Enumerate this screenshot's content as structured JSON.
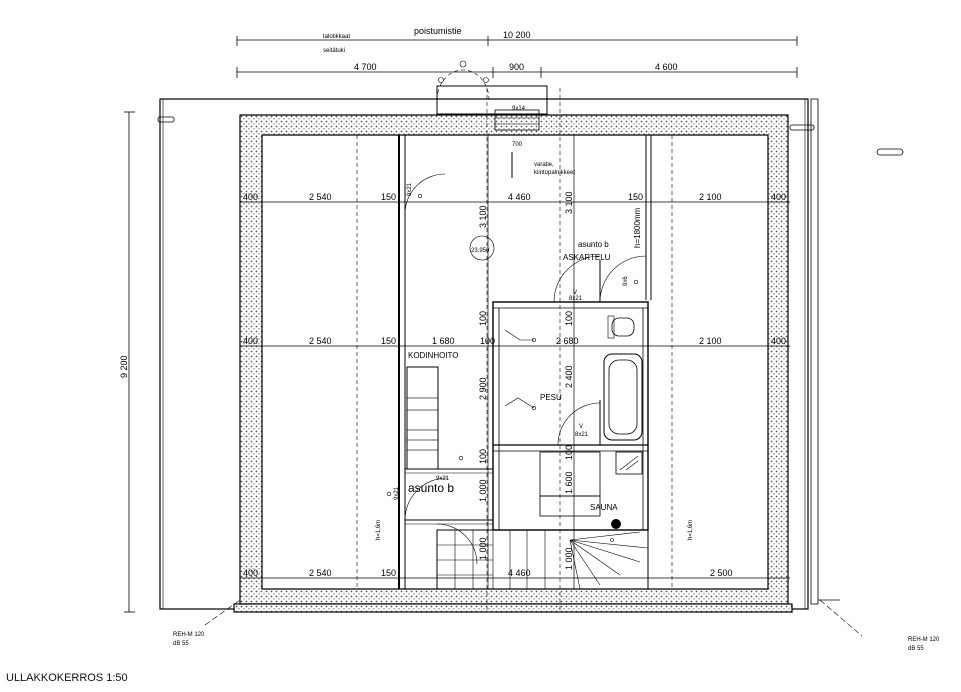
{
  "dims": {
    "top_total": "10 200",
    "top_label": "poistumistie",
    "top_note1": "talotikkaat",
    "top_note2": "seitätuki",
    "top_left": "4 700",
    "top_mid": "900",
    "top_right": "4 600",
    "left_total": "9 200",
    "row1": [
      "2 540",
      "150",
      "4 460",
      "150",
      "2 100"
    ],
    "row2": [
      "2 540",
      "150",
      "1 680",
      "100",
      "2 680",
      "2 100"
    ],
    "row3": [
      "2 540",
      "150",
      "4 460",
      "2 500"
    ],
    "end_l": "400",
    "end_r": "400",
    "v1": "3 100",
    "v2": "3 100",
    "v3": "100",
    "v4": "100",
    "v5": "2 900",
    "v6": "2 400",
    "v7": "100",
    "v8": "1 000",
    "v9": "1 600",
    "v10": "100",
    "v11": "1 000",
    "v12": "1 000"
  },
  "labels": {
    "skylight": "9x14",
    "varatie": "varatie,",
    "kiinto": "kiintopalnikkeet",
    "width700": "700",
    "area": "23,950",
    "asunto_b_small": "asunto b",
    "askartelu": "ASKARTELU",
    "height1800": "h=1800mm",
    "kodinhoito": "KODINHOITO",
    "pesu": "PESU",
    "sauna": "SAUNA",
    "asunto_b_big": "asunto b",
    "h16_left": "h=1,6m",
    "h16_right": "h=1,6m",
    "door9x21": "9x21",
    "door8x21": "8x21",
    "door9x6": "9x6",
    "v": "V",
    "rehm_left_1": "REH-M 120",
    "rehm_left_2": "dB 55",
    "rehm_right_1": "REH-M 120",
    "rehm_right_2": "dB 55"
  },
  "title": "ULLAKKOKERROS     1:50"
}
